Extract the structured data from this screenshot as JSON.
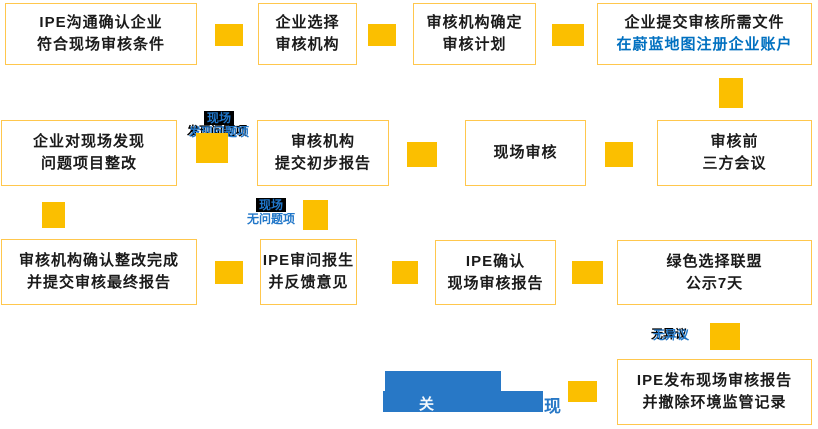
{
  "colors": {
    "arrow_yellow": "#FBBF00",
    "box_border": "#FFC74D",
    "text_black": "#1a1a1a",
    "blue": "#0070C0",
    "label_blue": "#2076C8",
    "bar_blue": "#2878C6"
  },
  "boxes": {
    "b1": {
      "line1": "IPE沟通确认企业",
      "line2": "符合现场审核条件"
    },
    "b2": {
      "line1": "企业选择",
      "line2": "审核机构"
    },
    "b3": {
      "line1": "审核机构确定",
      "line2": "审核计划"
    },
    "b4": {
      "line1": "企业提交审核所需文件",
      "line2": "在蔚蓝地图注册企业账户"
    },
    "b5": {
      "line1": "审核前",
      "line2": "三方会议"
    },
    "b6": {
      "line1": "现场审核"
    },
    "b7": {
      "line1": "审核机构",
      "line2": "提交初步报告"
    },
    "b8": {
      "line1": "企业对现场发现",
      "line2": "问题项目整改"
    },
    "b9": {
      "line1": "审核机构确认整改完成",
      "line2": "并提交审核最终报告"
    },
    "b10": {
      "line1": "IPE审问报生",
      "line2": "并反馈意见"
    },
    "b11": {
      "line1": "IPE确认",
      "line2": "现场审核报告"
    },
    "b12": {
      "line1": "绿色选择联盟",
      "line2": "公示7天"
    },
    "b13": {
      "line1": "IPE发布现场审核报告",
      "line2": "并撤除环境监管记录"
    }
  },
  "labels": {
    "found_issues": {
      "line1": "现场",
      "line2": "发现问题项"
    },
    "no_issues": {
      "line1": "现场",
      "line2": "无问题项"
    },
    "no_objection": {
      "text": "无异议"
    },
    "obscured_block": {
      "visible_fragment": "关",
      "visible_tail": "现"
    }
  }
}
